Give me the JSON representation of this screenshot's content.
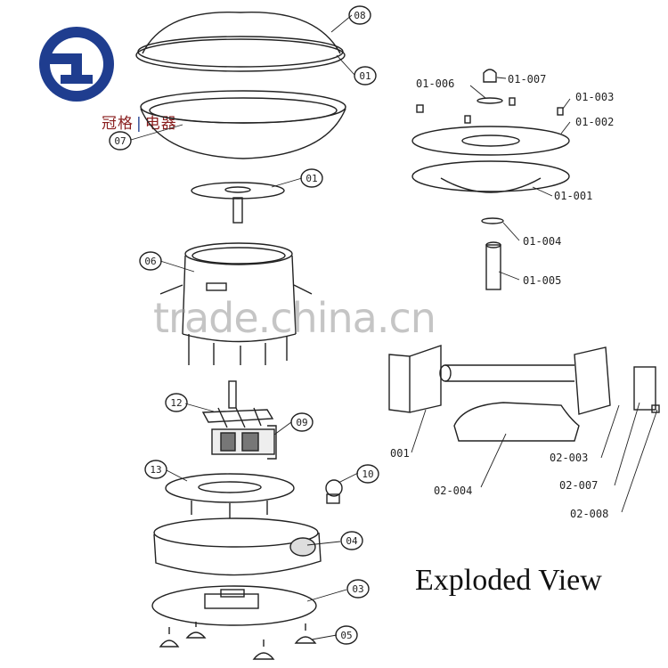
{
  "brand": {
    "name_cn": "冠格",
    "name_sub": "电器",
    "colors": {
      "blue": "#1f3d8f",
      "red": "#8a1f1f"
    }
  },
  "title": "Exploded View",
  "watermark": "trade.china.cn",
  "callouts_left": [
    "08",
    "01",
    "07",
    "01",
    "06",
    "12",
    "09",
    "13",
    "10",
    "04",
    "03",
    "05"
  ],
  "callouts_right": [
    "01-007",
    "01-006",
    "01-003",
    "01-002",
    "01-001",
    "01-004",
    "01-005",
    "001",
    "02-003",
    "02-004",
    "02-007",
    "02-008"
  ]
}
